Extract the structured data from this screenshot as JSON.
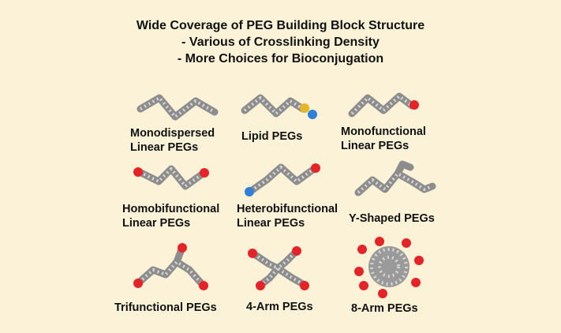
{
  "header": {
    "title": "Wide Coverage of PEG Building Block Structure",
    "line1": "- Various of Crosslinking Density",
    "line2": "- More Choices for Bioconjugation"
  },
  "structures": [
    {
      "id": "monodispersed",
      "label_lines": [
        "Monodispersed",
        "Linear PEGs"
      ]
    },
    {
      "id": "lipid",
      "label_lines": [
        "Lipid PEGs"
      ]
    },
    {
      "id": "monofunctional",
      "label_lines": [
        "Monofunctional",
        "Linear PEGs"
      ]
    },
    {
      "id": "homobifunctional",
      "label_lines": [
        "Homobifunctional",
        "Linear PEGs"
      ]
    },
    {
      "id": "heterobifunctional",
      "label_lines": [
        "Heterobifunctional",
        "Linear PEGs"
      ]
    },
    {
      "id": "yshaped",
      "label_lines": [
        "Y-Shaped PEGs"
      ]
    },
    {
      "id": "trifunctional",
      "label_lines": [
        "Trifunctional PEGs"
      ]
    },
    {
      "id": "fourarm",
      "label_lines": [
        "4-Arm PEGs"
      ]
    },
    {
      "id": "eightarm",
      "label_lines": [
        "8-Arm PEGs"
      ]
    }
  ],
  "colors": {
    "background": "#fbf2d8",
    "chain": "#9a9a9a",
    "end_group_red": "#e5242a",
    "end_group_blue": "#2f7fd6",
    "end_group_yellow": "#e6b62a"
  }
}
